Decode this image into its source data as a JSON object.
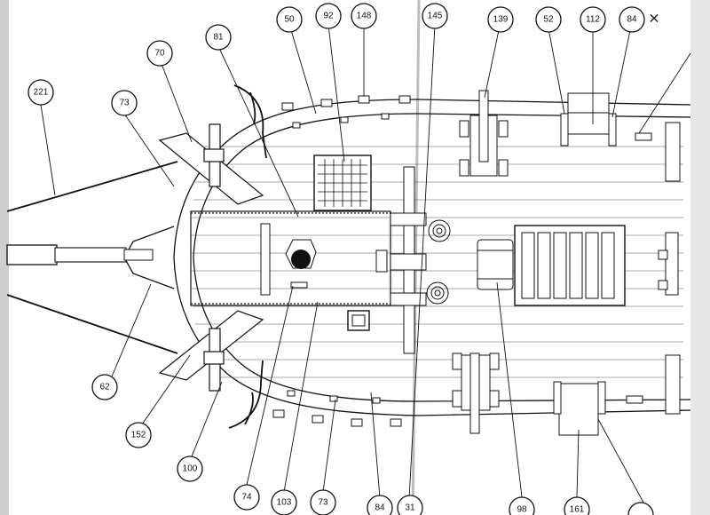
{
  "diagram": {
    "close_glyph": "×",
    "labels": [
      "221",
      "73",
      "70",
      "81",
      "50",
      "92",
      "148",
      "145",
      "139",
      "52",
      "112",
      "84",
      "62",
      "152",
      "100",
      "74",
      "103",
      "73",
      "84",
      "31",
      "98",
      "161"
    ]
  },
  "colors": {
    "ink": "#111111",
    "paper": "#ffffff",
    "page_edge": "#d8d8d8"
  }
}
